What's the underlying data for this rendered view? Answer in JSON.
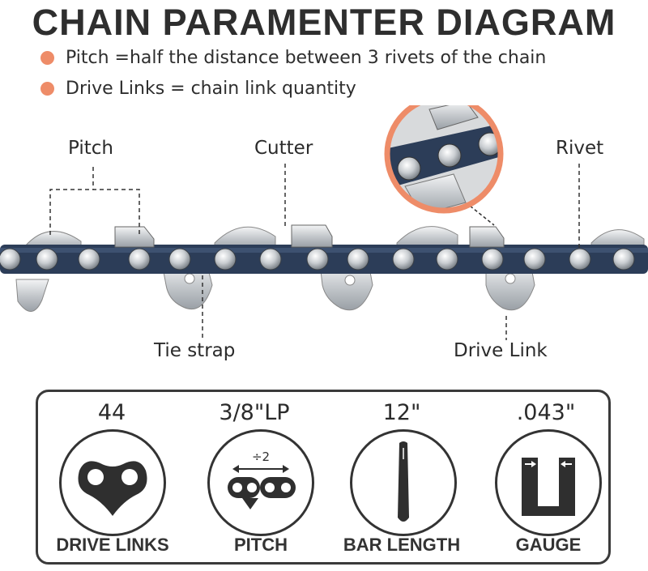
{
  "title": "CHAIN PARAMENTER DIAGRAM",
  "bullets": [
    "Pitch =half the distance between 3 rivets of the chain",
    "Drive Links = chain link quantity"
  ],
  "labels": {
    "pitch": "Pitch",
    "cutter": "Cutter",
    "rivet": "Rivet",
    "tie_strap": "Tie strap",
    "drive_link": "Drive Link"
  },
  "specs": [
    {
      "value": "44",
      "caption": "DRIVE LINKS",
      "icon": "drive-link-icon"
    },
    {
      "value": "3/8\"LP",
      "caption": "PITCH",
      "icon": "pitch-icon",
      "icon_text": "÷2"
    },
    {
      "value": "12\"",
      "caption": "BAR LENGTH",
      "icon": "bar-icon"
    },
    {
      "value": ".043\"",
      "caption": "GAUGE",
      "icon": "gauge-icon"
    }
  ],
  "colors": {
    "accent": "#ee8c68",
    "chain_blue": "#2c3d58",
    "steel": "#c9cdd1"
  }
}
